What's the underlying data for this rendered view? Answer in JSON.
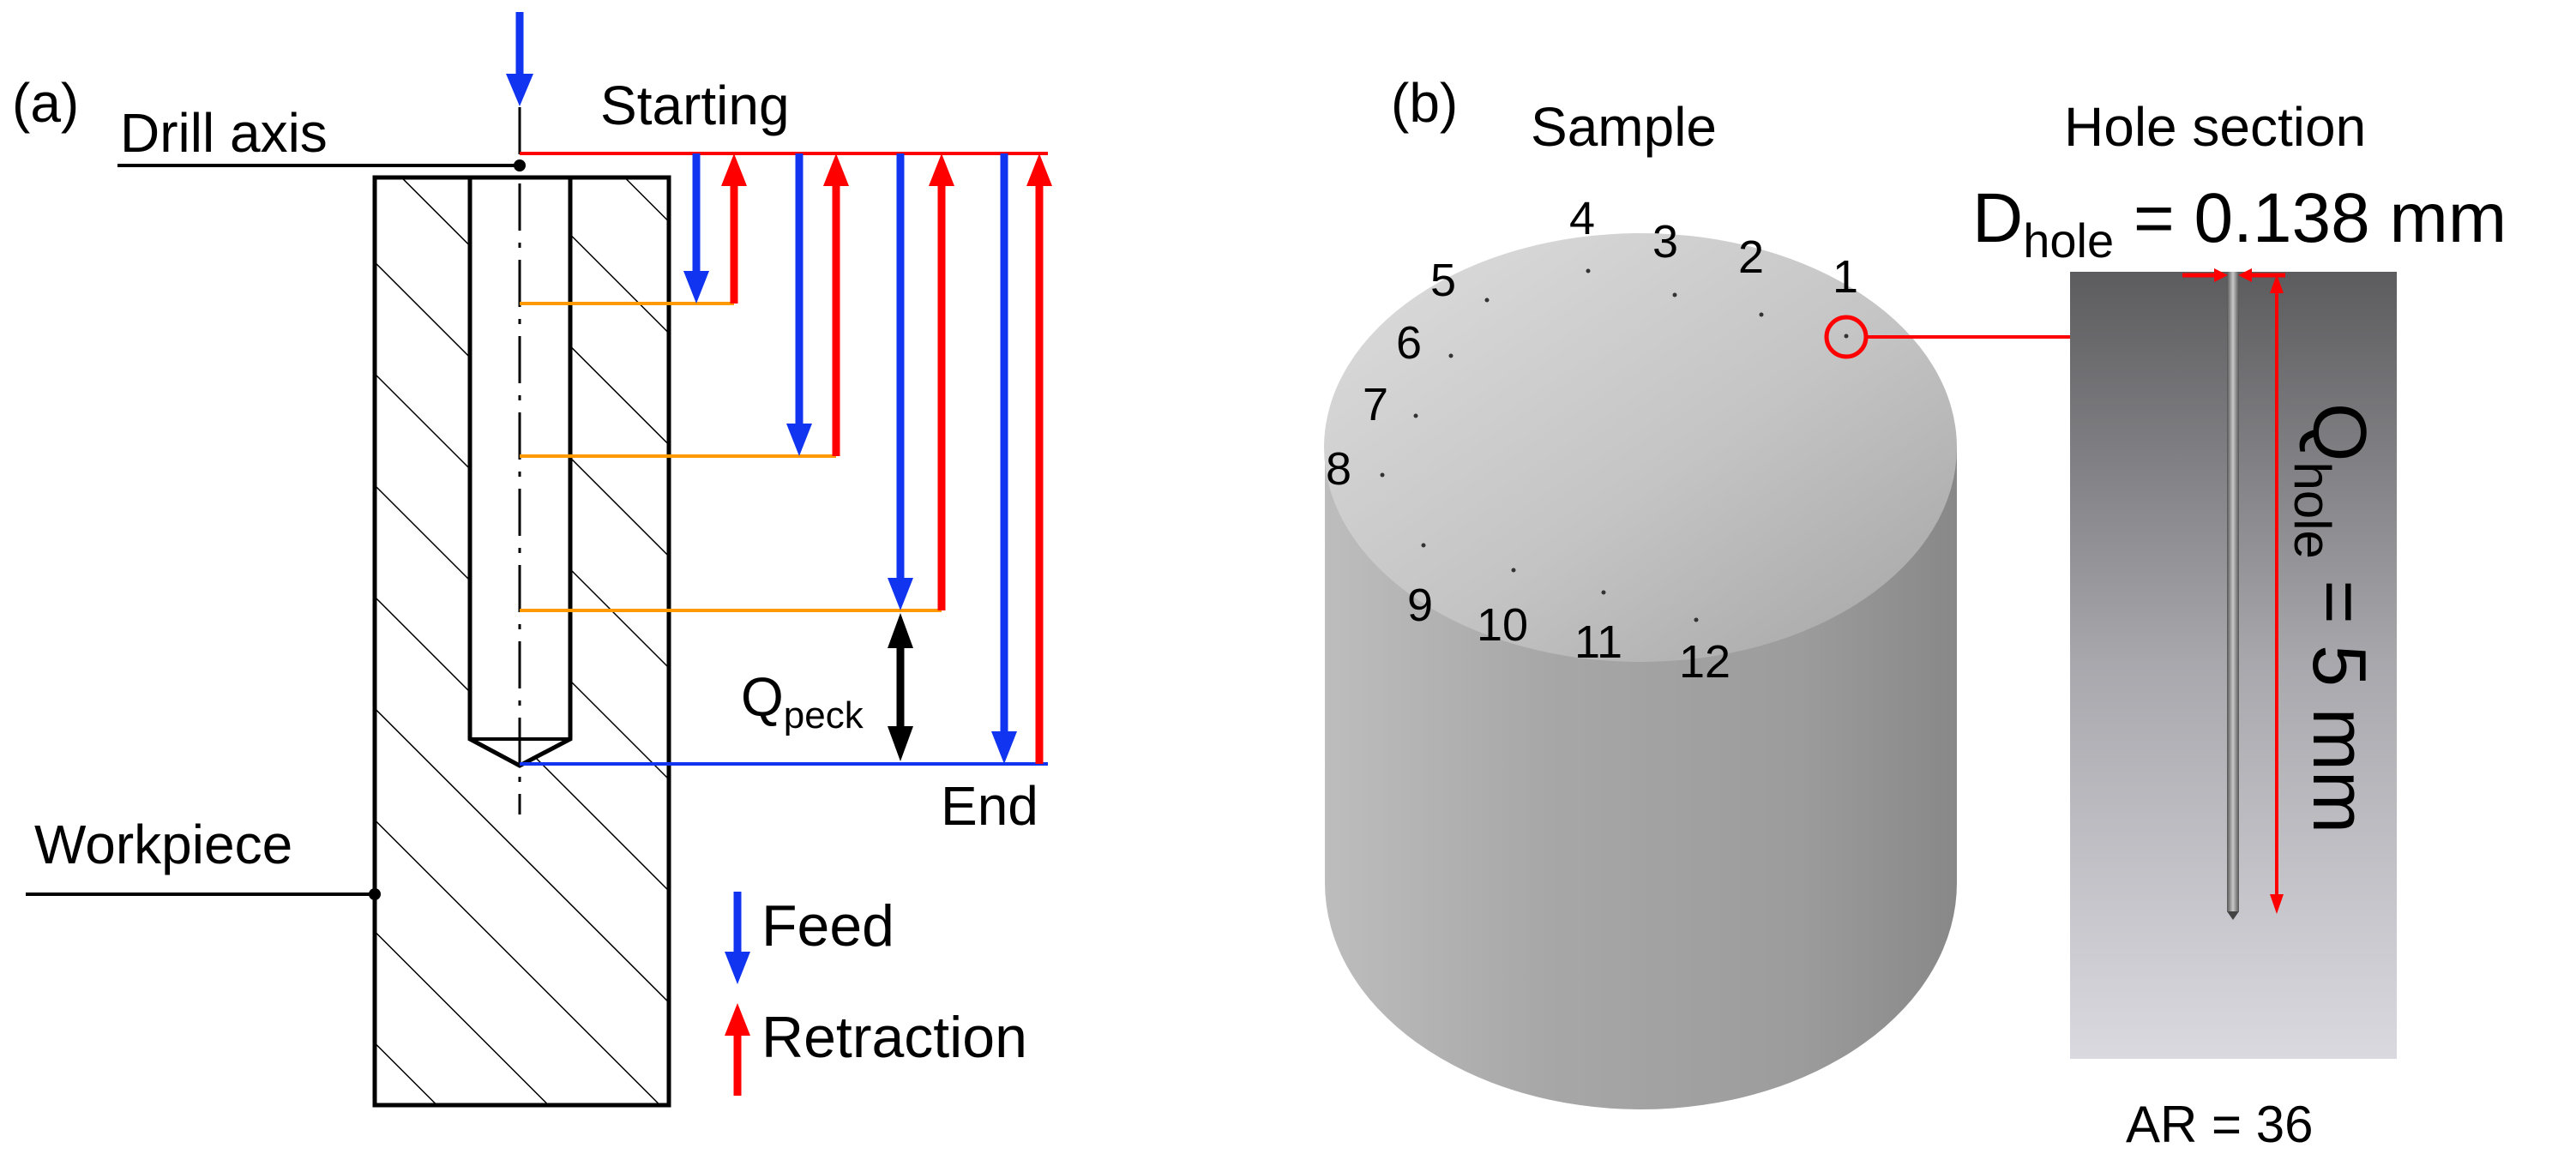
{
  "panel_a": {
    "label": "(a)",
    "drill_axis_label": "Drill axis",
    "starting_label": "Starting",
    "end_label": "End",
    "workpiece_label": "Workpiece",
    "q_main": "Q",
    "q_sub": "peck",
    "legend": {
      "feed": "Feed",
      "retraction": "Retraction"
    },
    "peck_depths_relative": [
      0.25,
      0.5,
      0.75,
      1.0
    ]
  },
  "panel_b": {
    "label": "(b)",
    "sample_label": "Sample",
    "hole_section_label": "Hole section",
    "d_main": "D",
    "d_sub": "hole",
    "d_value": " = 0.138 mm",
    "q_main": "Q",
    "q_sub": "hole",
    "q_value": " = 5 mm",
    "ar_label": "AR = 36",
    "hole_numbers": [
      "1",
      "2",
      "3",
      "4",
      "5",
      "6",
      "7",
      "8",
      "9",
      "10",
      "11",
      "12"
    ]
  },
  "colors": {
    "feed": "#1034f0",
    "retraction": "#ff0000",
    "orange": "#ff9900",
    "black": "#000000",
    "sample_gray": "#a8a8a8"
  }
}
